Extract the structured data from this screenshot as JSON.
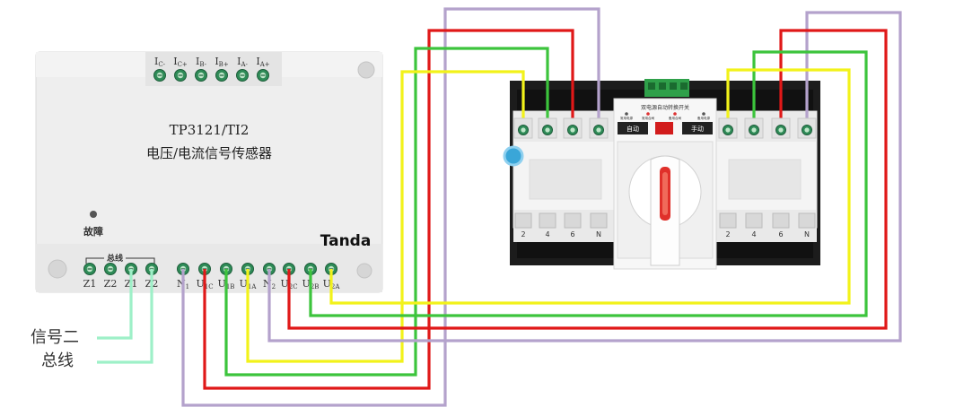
{
  "sensor": {
    "model": "TP3121/TI2",
    "name": "电压/电流信号传感器",
    "brand": "Tanda",
    "fault_label": "故障",
    "bus_label": "总线",
    "top_terminals": [
      {
        "main": "I",
        "sub": "C-"
      },
      {
        "main": "I",
        "sub": "C+"
      },
      {
        "main": "I",
        "sub": "B-"
      },
      {
        "main": "I",
        "sub": "B+"
      },
      {
        "main": "I",
        "sub": "A-"
      },
      {
        "main": "I",
        "sub": "A+"
      }
    ],
    "bottom_terminals": [
      {
        "main": "Z1",
        "sub": ""
      },
      {
        "main": "Z2",
        "sub": ""
      },
      {
        "main": "Z1",
        "sub": ""
      },
      {
        "main": "Z2",
        "sub": ""
      },
      {
        "main": "N",
        "sub": "1"
      },
      {
        "main": "U",
        "sub": "1C"
      },
      {
        "main": "U",
        "sub": "1B"
      },
      {
        "main": "U",
        "sub": "1A"
      },
      {
        "main": "N",
        "sub": "2"
      },
      {
        "main": "U",
        "sub": "2C"
      },
      {
        "main": "U",
        "sub": "2B"
      },
      {
        "main": "U",
        "sub": "2A"
      }
    ]
  },
  "annotation": {
    "line1": "信号二",
    "line2": "总线"
  },
  "switch": {
    "panel_title": "双电源自动转换开关",
    "mode_auto": "自动",
    "mode_manual": "手动",
    "indicator_labels": [
      "常用电源",
      "常用合闸",
      "备用合闸",
      "备用电源"
    ],
    "bottom_labels_left": [
      "2",
      "4",
      "6",
      "N"
    ],
    "bottom_labels_right": [
      "2",
      "4",
      "6",
      "N"
    ]
  },
  "wire_colors": {
    "yellow": "#f2f21a",
    "green": "#3cc43c",
    "red": "#e01818",
    "purple": "#b4a2cc",
    "bus": "#9ef0c8"
  }
}
